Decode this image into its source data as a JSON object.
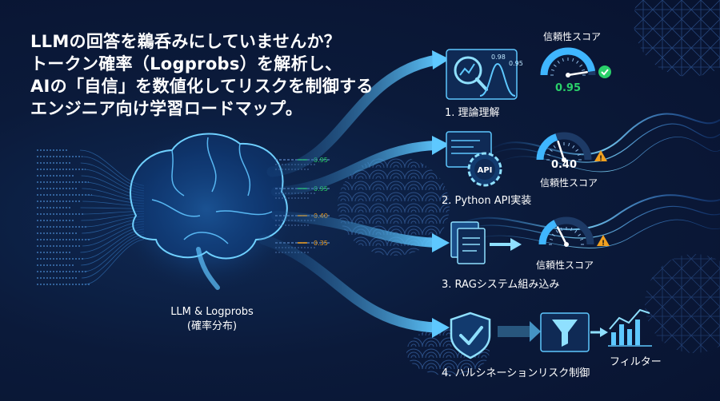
{
  "headline": [
    "LLMの回答を鵜呑みにしていませんか？",
    "トークン確率（Logprobs）を解析し、",
    "AIの「自信」を数値化してリスクを制御する",
    "エンジニア向け学習ロードマップ。"
  ],
  "brain": {
    "title": "LLM & Logprobs",
    "subtitle": "(確率分布)"
  },
  "token_values": [
    "0.95",
    "0.95",
    "0.40",
    "0.35"
  ],
  "steps": [
    {
      "label": "1. 理論理解",
      "icon": "magnifier-chart-icon",
      "chart_values": [
        "0.98",
        "0.95"
      ]
    },
    {
      "label": "2. Python API実装",
      "icon": "api-gear-icon",
      "badge": "API"
    },
    {
      "label": "3. RAGシステム組み込み",
      "icon": "documents-icon"
    },
    {
      "label": "4. ハルシネーションリスク制御",
      "icon": "shield-check-icon"
    }
  ],
  "gauges": [
    {
      "title": "信頼性スコア",
      "value": "0.95",
      "level": 0.95,
      "status": "check-icon",
      "color": "#2ad06a"
    },
    {
      "title": "信頼性スコア",
      "value": "0.40",
      "level": 0.4,
      "status": "warning-icon",
      "color": "#f0a020"
    },
    {
      "title": "信頼性スコア",
      "level": 0.35,
      "status": "warning-icon",
      "color": "#f0a020"
    }
  ],
  "filter": {
    "label": "フィルター",
    "icon": "funnel-icon"
  },
  "colors": {
    "accent": "#38c8ff",
    "good": "#2ad06a",
    "warn": "#f0a020",
    "background": "#0a1530"
  }
}
